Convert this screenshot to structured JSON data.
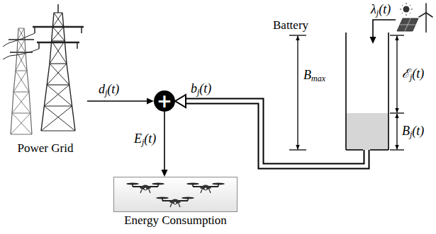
{
  "diagram": {
    "nodes": [
      {
        "text": [
          "Power Grid"
        ]
      },
      {
        "text": [
          "+"
        ]
      },
      {
        "text": [
          "Battery"
        ]
      },
      {
        "text": []
      },
      {
        "text": [
          "Energy Consumption"
        ]
      }
    ],
    "edges": [
      {
        "from": 0,
        "to": 1,
        "arrow": "to",
        "label": "dj(t)"
      },
      {
        "from": 2,
        "to": 1,
        "arrow": "to",
        "label": "bj(t)"
      },
      {
        "from": 1,
        "to": 4,
        "arrow": "to",
        "label": "Ej(t)"
      },
      {
        "from": 3,
        "to": 2,
        "arrow": "to",
        "label": "λj(t)"
      }
    ],
    "labels": [
      "Bmax",
      "ℰj(t)",
      "Bj(t)"
    ]
  }
}
